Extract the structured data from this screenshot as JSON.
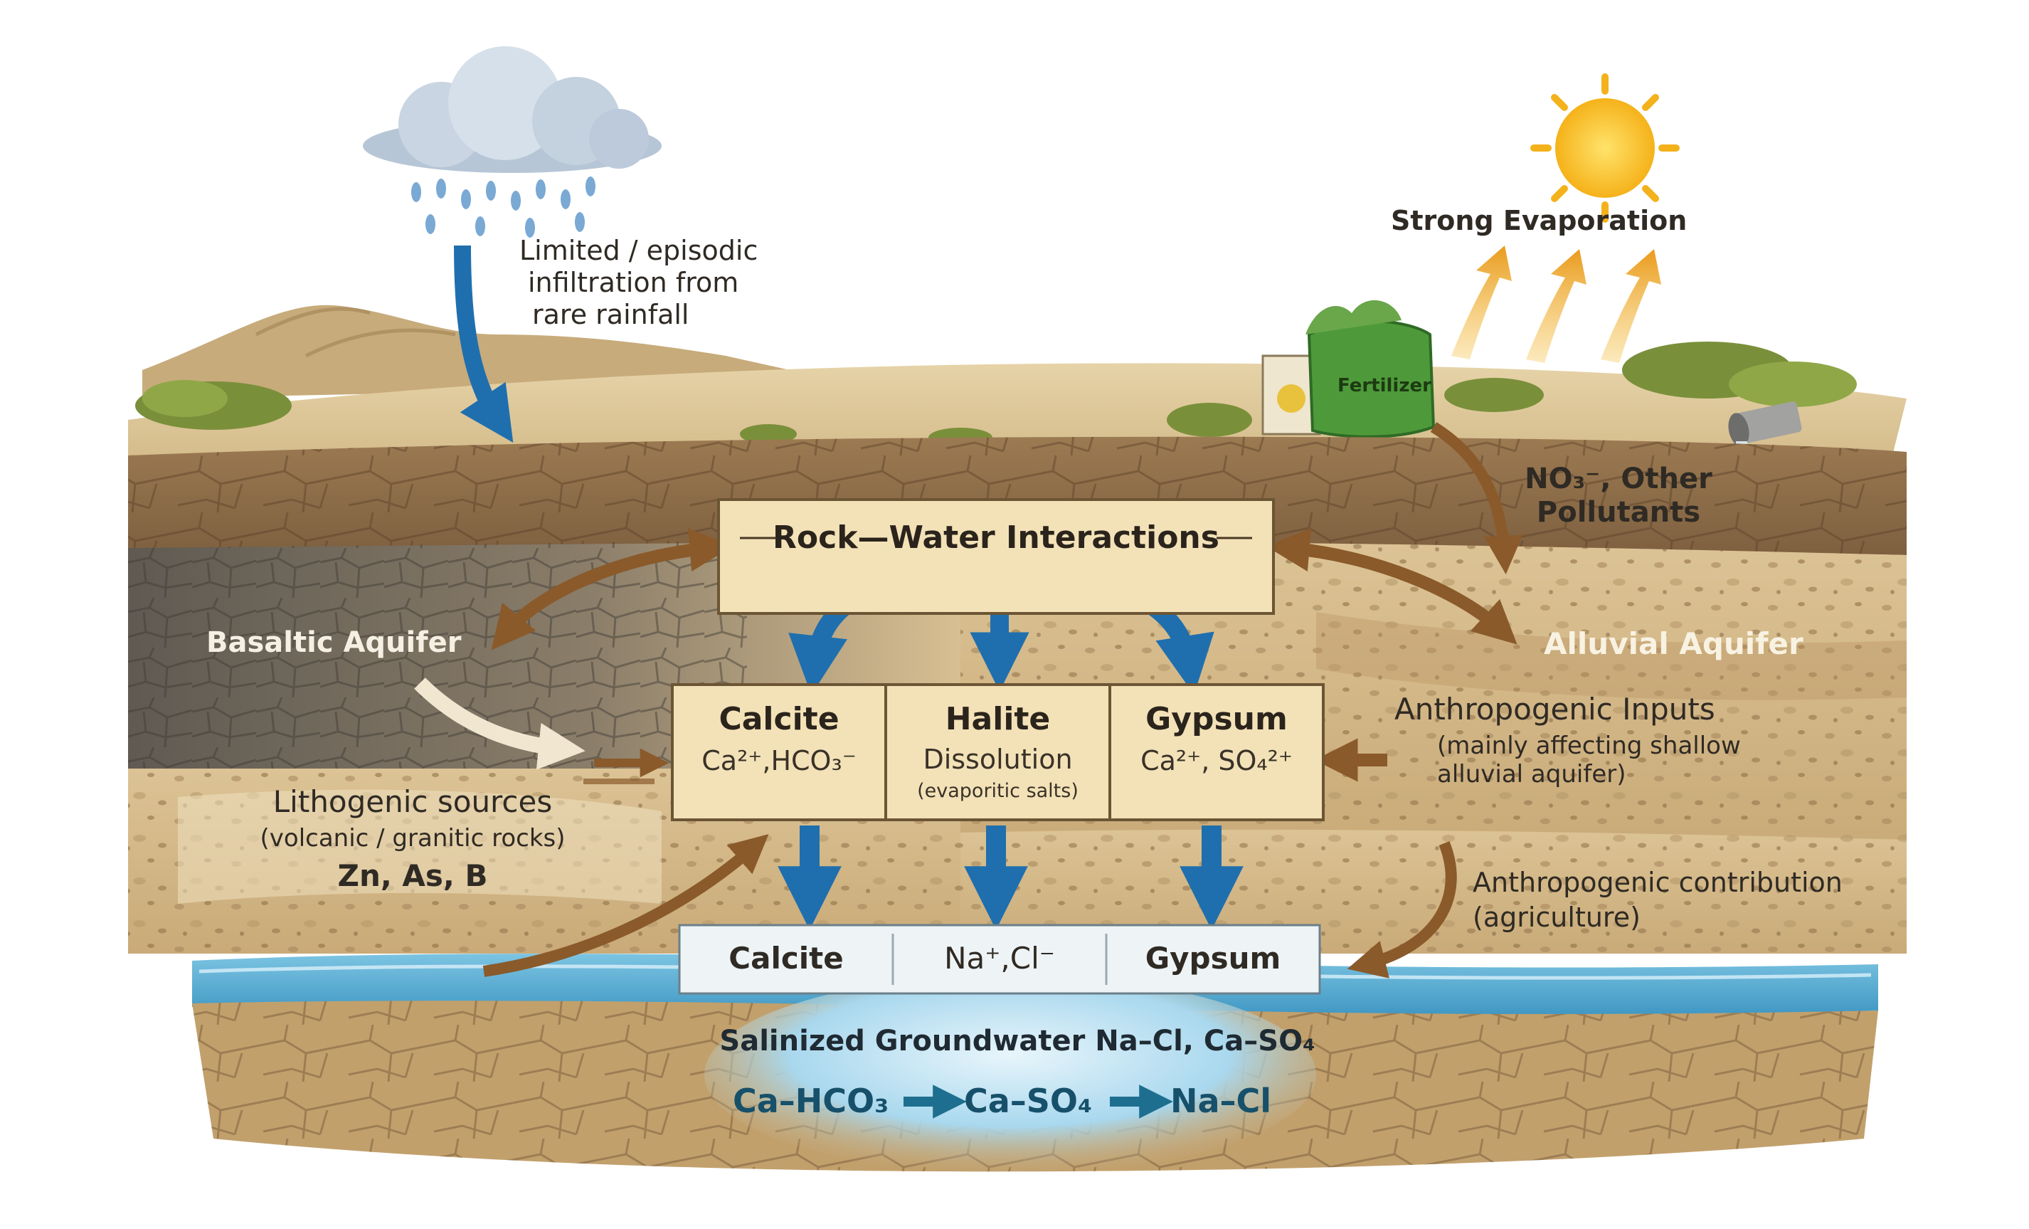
{
  "rain_label": [
    "Limited / episodic",
    "infiltration from",
    "rare rainfall"
  ],
  "evaporation_label": "Strong Evaporation",
  "fertilizer_label": "Fertilizer",
  "pollutants_label": [
    "NO₃⁻, Other",
    "Pollutants"
  ],
  "rock_water_title": "Rock—Water Interactions",
  "basaltic_aquifer": "Basaltic Aquifer",
  "alluvial_aquifer": "Alluvial Aquifer",
  "minerals": [
    {
      "name": "Calcite",
      "ions": "Ca²⁺,HCO₃⁻"
    },
    {
      "name": "Halite",
      "ions": "Dissolution",
      "note": "(evaporitic salts)"
    },
    {
      "name": "Gypsum",
      "ions": "Ca²⁺, SO₄²⁺"
    }
  ],
  "anthropogenic_inputs": {
    "title": "Anthropogenic Inputs",
    "lines": [
      "(mainly affecting shallow",
      "alluvial aquifer)"
    ]
  },
  "lithogenic": {
    "title": "Lithogenic sources",
    "lines": [
      "(volcanic / granitic rocks)",
      "Zn, As, B"
    ]
  },
  "anthropogenic_contribution": [
    "Anthropogenic contribution",
    "(agriculture)"
  ],
  "precipitates": [
    "Calcite",
    "Na⁺,Cl⁻",
    "Gypsum"
  ],
  "salinized_groundwater": "Salinized Groundwater Na–Cl, Ca–SO₄",
  "evolution_sequence": [
    "Ca–HCO₃",
    "Ca–SO₄",
    "Na–Cl"
  ],
  "colors": {
    "sky": "#ffffff",
    "surface": "#dcc596",
    "soil_dark": "#8b6a47",
    "basalt": "#6b6459",
    "alluvial": "#d9bf92",
    "water": "#4fa7cf",
    "arrow_blue": "#1f6fae",
    "arrow_brown": "#8a5a2b",
    "box_fill": "#f3e2b8",
    "box_stroke": "#6b5534"
  }
}
